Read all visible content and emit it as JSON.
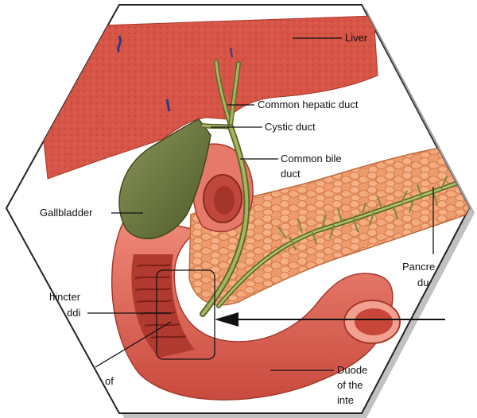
{
  "labels": {
    "liver": "Liver",
    "common_hepatic_duct": "Common hepatic duct",
    "cystic_duct": "Cystic duct",
    "common_bile_duct_line1": "Common bile",
    "common_bile_duct_line2": "duct",
    "gallbladder": "Gallbladder",
    "pancreatic_duct_line1": "Pancre",
    "pancreatic_duct_line2": "du",
    "sphincter_line1": "hincter",
    "sphincter_line2": "ddi",
    "ampulla_fragment": "of",
    "duodenum_line1": "Duode",
    "duodenum_line2": "of the",
    "duodenum_line3": "inte"
  },
  "colors": {
    "liver": "#d9574a",
    "gallbladder": "#6f7a45",
    "duct": "#8a9a4a",
    "pancreas": "#f0a070",
    "duodenum": "#e56f60",
    "frame_shadow": "#9a9a9a"
  }
}
